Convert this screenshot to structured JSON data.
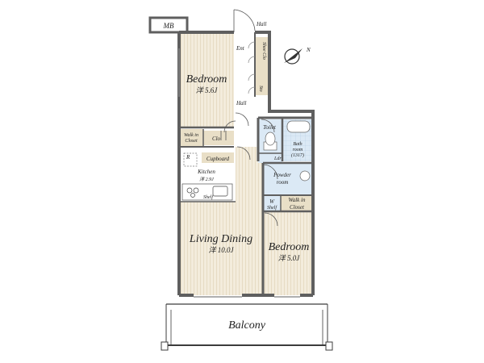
{
  "labels": {
    "mb": "MB",
    "hall_top": "Hall",
    "ent": "Ent",
    "shoe_clo": "Shoe Clo",
    "sto": "Sto",
    "hall_mid": "Hall",
    "bedroom1": "Bedroom",
    "bedroom1_size": "洋 5.6J",
    "walk_in_closet1_a": "Walk in",
    "walk_in_closet1_b": "Closet",
    "clo": "Clo",
    "r": "R",
    "cupboard": "Cupboard",
    "kitchen": "Kitchen",
    "kitchen_size": "洋 2.9J",
    "shelf": "Shelf",
    "toilet": "Toilet",
    "ldr": "Ldr",
    "bath_a": "Bath",
    "bath_b": "room",
    "bath_c": "(1317)",
    "powder_a": "Powder",
    "powder_b": "room",
    "w": "W",
    "shelf2": "Shelf",
    "walk_in_closet2_a": "Walk in",
    "walk_in_closet2_b": "Closet",
    "living_dining": "Living Dining",
    "living_size": "洋 10.0J",
    "bedroom2": "Bedroom",
    "bedroom2_size": "洋 5.0J",
    "balcony": "Balcony",
    "north": "N"
  },
  "colors": {
    "wall": "#5f5f5f",
    "floor_room": "#f3ecdc",
    "floor_stripe": "#e6dcc6",
    "closet": "#e9dfc7",
    "wet_area": "#dbe9f5",
    "tile": "#c3ddf0",
    "balcony_line": "#3c3c3c"
  }
}
